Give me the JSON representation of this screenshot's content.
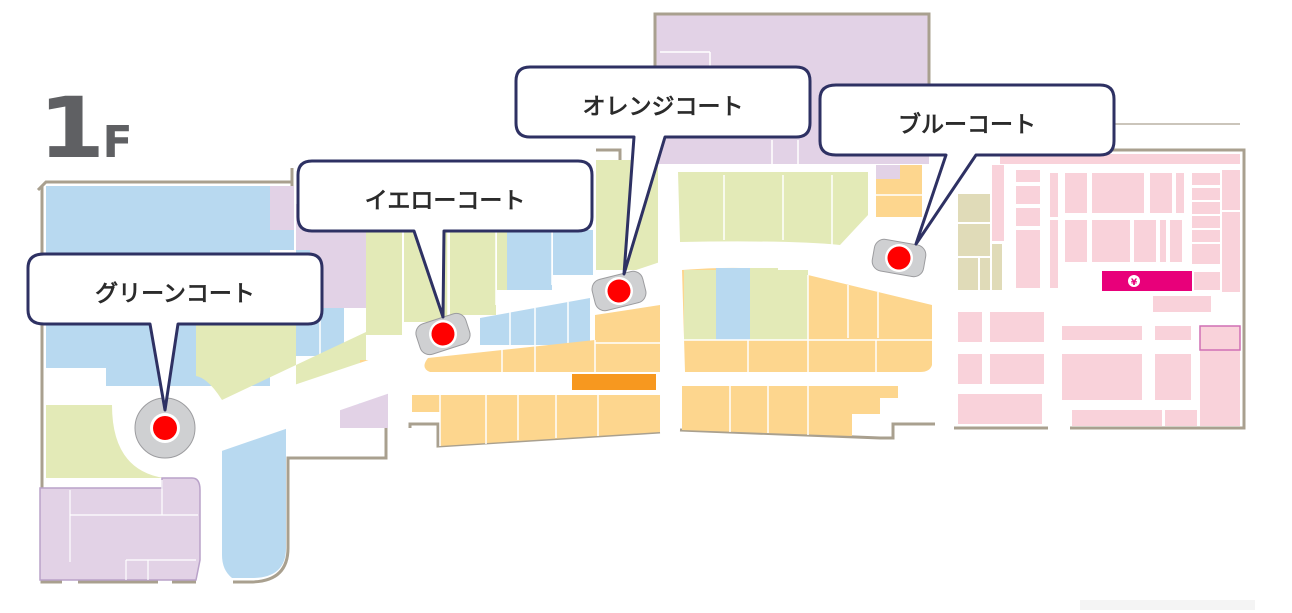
{
  "floor": {
    "number": "1",
    "unit": "F"
  },
  "courts": [
    {
      "id": "green",
      "label": "グリーンコート"
    },
    {
      "id": "yellow",
      "label": "イエローコート"
    },
    {
      "id": "orange",
      "label": "オレンジコート"
    },
    {
      "id": "blue",
      "label": "ブルーコート"
    }
  ],
  "icons": {
    "atm": "yen-icon"
  },
  "colors": {
    "wall": "#a9a08f",
    "zone_blue": "#b8d9f0",
    "zone_green": "#e3eab7",
    "zone_purple": "#e2d2e6",
    "zone_orange": "#fdd68e",
    "zone_dark_orange": "#f7981f",
    "zone_pink": "#f9d2da",
    "zone_khaki": "#e0dbb8",
    "magenta": "#e8007a",
    "callout_border": "#2e3163",
    "marker_red": "#ff0000",
    "marker_gray": "#cfd0d2"
  }
}
